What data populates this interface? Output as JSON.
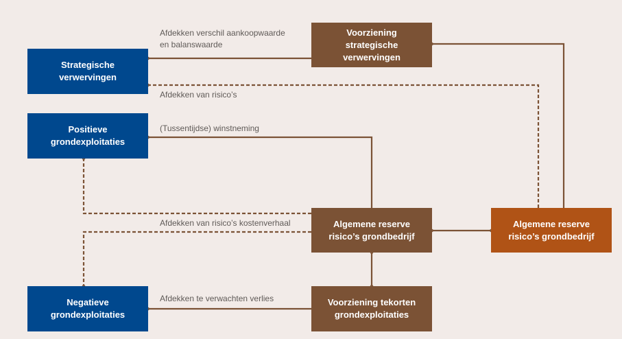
{
  "nodes": {
    "strategische_verwervingen": "Strategische verwervingen",
    "positieve_grondexploitaties": "Positieve grondexploitaties",
    "negatieve_grondexploitaties": "Negatieve grondexploitaties",
    "voorziening_strategische_verwervingen": "Voorziening strategische verwervingen",
    "algemene_reserve_brown": "Algemene reserve risico’s grondbedrijf",
    "voorziening_tekorten": "Voorziening tekorten grondexploitaties",
    "algemene_reserve_orange": "Algemene reserve risico’s grondbedrijf"
  },
  "labels": {
    "verschil_line1": "Afdekken verschil aankoopwaarde",
    "verschil_line2": "en balanswaarde",
    "risicos": "Afdekken van risico’s",
    "winstneming": "(Tussentijdse) winstneming",
    "kostenverhaal": "Afdekken van risico’s kostenverhaal",
    "verlies": "Afdekken te verwachten verlies"
  },
  "colors": {
    "background": "#f2ebe8",
    "blue": "#00488e",
    "brown": "#7b5235",
    "orange": "#b05316"
  }
}
